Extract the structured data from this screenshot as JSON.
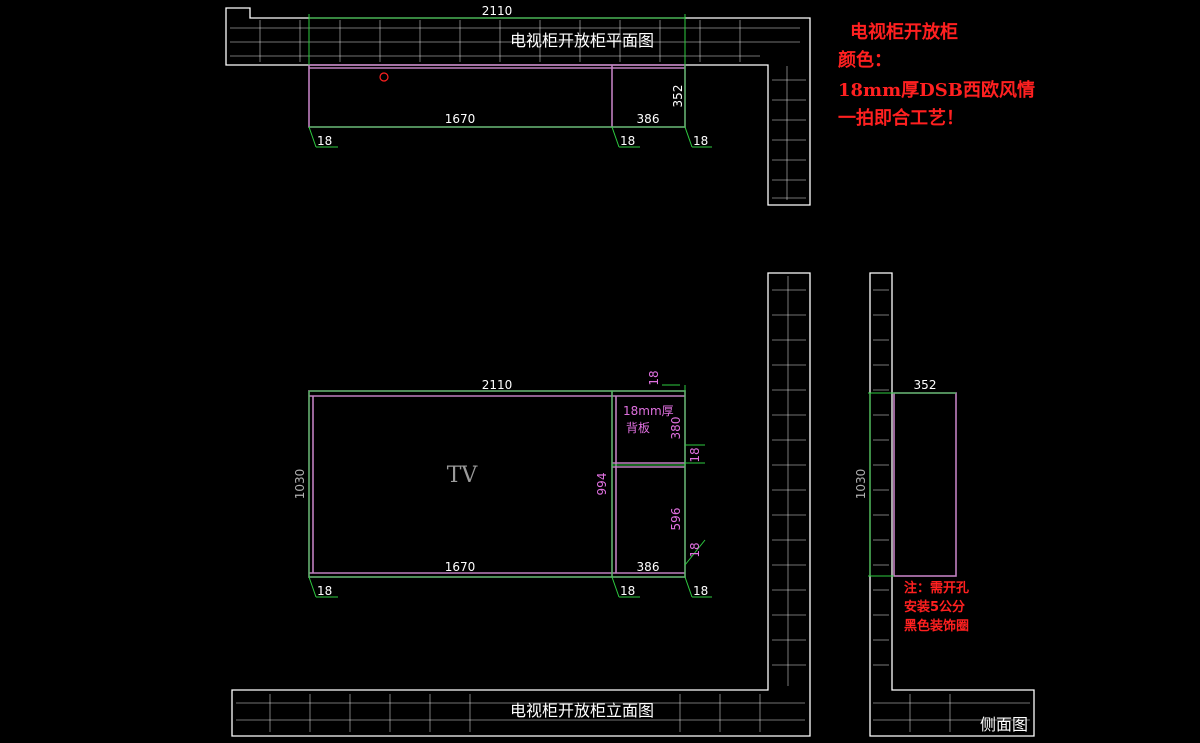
{
  "titles": {
    "plan": "电视柜开放柜平面图",
    "elevation": "电视柜开放柜立面图",
    "side": "侧面图"
  },
  "notes": {
    "line1": "电视柜开放柜",
    "line2": "颜色：",
    "line3": "18mm厚DSB西欧风情",
    "line4": "一拍即合工艺！"
  },
  "plan_dims": {
    "total_width": "2110",
    "left_width": "1670",
    "right_width": "386",
    "depth": "352",
    "thick_left": "18",
    "thick_mid": "18",
    "thick_right": "18"
  },
  "elevation_dims": {
    "total_width": "2110",
    "height": "1030",
    "left_width": "1670",
    "right_width": "386",
    "inner_height": "994",
    "upper_height": "380",
    "lower_height": "596",
    "top_thick": "18",
    "shelf_thick": "18",
    "bottom_thick": "18",
    "thick_left": "18",
    "thick_mid": "18",
    "thick_right": "18",
    "back_panel_line1": "18mm厚",
    "back_panel_line2": "背板",
    "tv_label": "TV"
  },
  "side_dims": {
    "depth": "352",
    "height": "1030",
    "note_line1": "注：需开孔",
    "note_line2": "安装5公分",
    "note_line3": "黑色装饰圈"
  },
  "colors": {
    "background": "#000000",
    "wall": "#ffffff",
    "cabinet": "#c080c0",
    "dimension": "#2ecc40",
    "note_red": "#ff2020",
    "label_magenta": "#e070e0"
  }
}
